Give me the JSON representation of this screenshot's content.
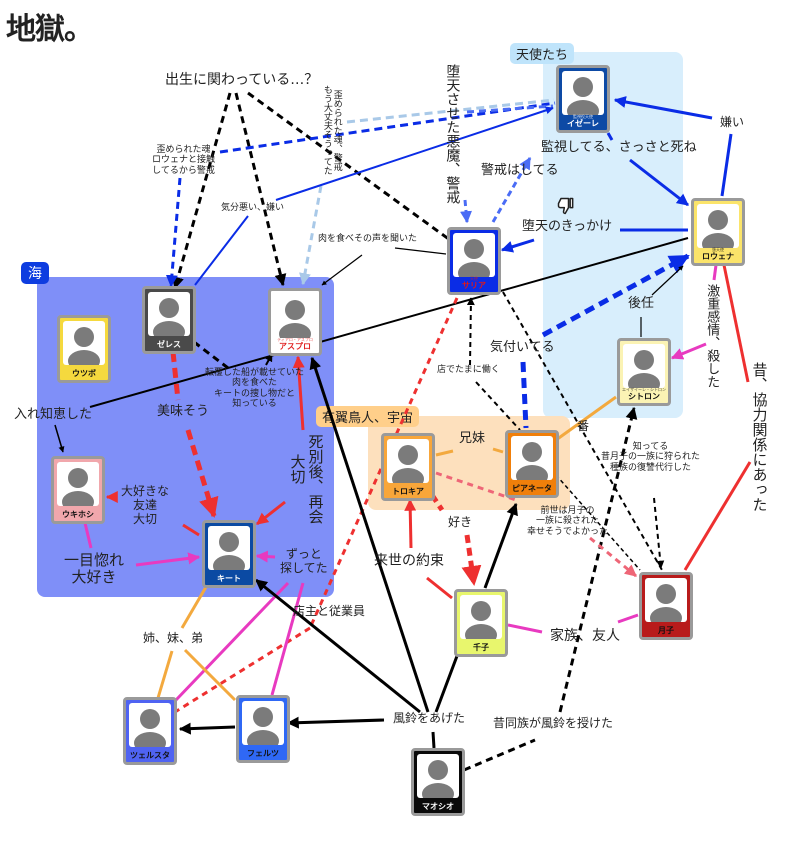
{
  "title": "地獄。",
  "groups": {
    "sea": "海",
    "angels": "天使たち",
    "winged": "有翼鳥人、宇宙"
  },
  "nodes": {
    "zeres": {
      "name": "ゼレス",
      "sub": "",
      "color": "#4a4a4a",
      "text": "#ffffff"
    },
    "aspro": {
      "name": "アスプロ",
      "sub": "ティアロ・アスプロ",
      "color": "#ffffff",
      "text": "#e02020"
    },
    "utsubo": {
      "name": "ウツボ",
      "sub": "",
      "color": "#f5d93e",
      "text": "#111111"
    },
    "ukihoshi": {
      "name": "ウキホシ",
      "sub": "",
      "color": "#f1a7ac",
      "text": "#111111"
    },
    "kiito": {
      "name": "キート",
      "sub": "",
      "color": "#0b4aa3",
      "text": "#ffffff"
    },
    "saria": {
      "name": "サリア",
      "sub": "天使",
      "color": "#0a2ce6",
      "text": "#e01818"
    },
    "izere": {
      "name": "イゼーレ",
      "sub": "監視役天使",
      "color": "#0d4aa5",
      "text": "#ffffff"
    },
    "rowena": {
      "name": "ロウェナ",
      "sub": "堕天使",
      "color": "#fbe46a",
      "text": "#111111"
    },
    "shitoron": {
      "name": "シトロン",
      "sub": "エイザイーレ・シトロン",
      "color": "#fbf3b4",
      "text": "#111111"
    },
    "torokia": {
      "name": "トロキア",
      "sub": "",
      "color": "#f8a63a",
      "text": "#111111"
    },
    "pianeta": {
      "name": "ピアネータ",
      "sub": "",
      "color": "#f07f0a",
      "text": "#111111"
    },
    "chiko": {
      "name": "千子",
      "sub": "",
      "color": "#e8f66d",
      "text": "#111111"
    },
    "tsukiko": {
      "name": "月子",
      "sub": "",
      "color": "#b81b1b",
      "text": "#111111"
    },
    "tsuerusuta": {
      "name": "ツェルスタ",
      "sub": "",
      "color": "#4f63f2",
      "text": "#111111"
    },
    "ferutsu": {
      "name": "フェルツ",
      "sub": "",
      "color": "#2f68f5",
      "text": "#111111"
    },
    "maoshio": {
      "name": "マオシオ",
      "sub": "",
      "color": "#0a0a0a",
      "text": "#ffffff"
    }
  },
  "labels": {
    "birth_question": "出生に関わっている…？",
    "distorted_soul_rowena": "歪められた魂\nロウェナと接触\nしてるから警戒",
    "distorted_soul_ok": "歪められた魂、警戒\nもう大丈夫そうってた",
    "fallen_devil": "堕天させた悪魔、警戒",
    "wary": "警戒はしてる",
    "watching": "監視してる、さっさと死ね",
    "dislike": "嫌い",
    "fall_trigger": "堕天のきっかけ",
    "bad_mood": "気分悪い、嫌い",
    "ate_flesh": "肉を食べその声を聞いた",
    "successor": "後任",
    "intense_emotion": "激重感情、殺した",
    "past_coop": "昔、協力関係にあった",
    "noticed": "気付いてる",
    "works_shop": "店でたまに働く",
    "ship_flesh": "転覆した船が載せていた\n肉を食べた\nキートの捜し物だと\n知っている",
    "tasty": "美味そう",
    "taught": "入れ知恵した",
    "dear_friend": "大好きな\n友達\n大切",
    "after_death": "死別後、再会",
    "precious": "大切",
    "love_first": "一目惚れ\n大好き",
    "searched": "ずっと\n探してた",
    "owner_employee": "店主と従業員",
    "siblings_oyh": "姉、妹、弟",
    "siblings": "兄妹",
    "mate": "番",
    "knows_revenge": "知ってる\n昔月子の一族に狩られた\n種族の復讐代行した",
    "past_life": "前世は月子の\n一族に殺された\n幸せそうでよかった",
    "likes": "好き",
    "next_life": "来世の約束",
    "family_friend": "家族、友人",
    "gave_bell": "風鈴をあげた",
    "clan_bell": "昔同族が風鈴を授けた"
  },
  "icons": {
    "thumbs_down": "thumbs-down-icon",
    "avatar": "person-silhouette-icon"
  },
  "colors": {
    "sea_bg": "#7f8ff8",
    "angels_bg": "#d8eefc",
    "winged_bg": "#fde0bd",
    "edge_black": "#000000",
    "edge_blue": "#0a2ce6",
    "edge_mid_blue": "#4a6cf5",
    "edge_light_blue": "#a9c9e8",
    "edge_red": "#ee3030",
    "edge_pink": "#ee6677",
    "edge_magenta": "#e83ac0",
    "edge_orange": "#f3a93e"
  }
}
